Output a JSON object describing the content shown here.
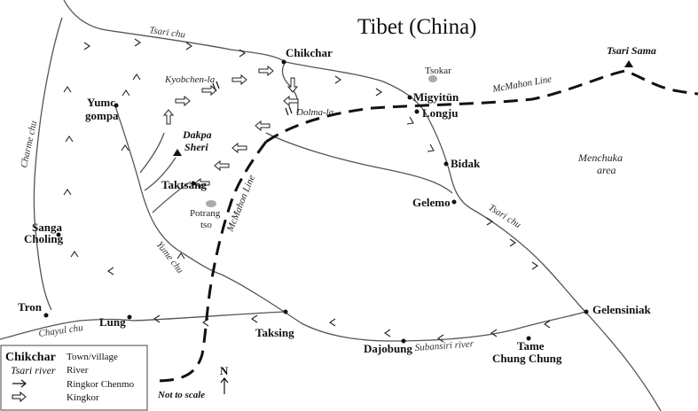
{
  "title": "Tibet (China)",
  "places": {
    "chikchar": "Chikchar",
    "migyitun": "Migyitün",
    "longju": "Longju",
    "bidak": "Bidak",
    "gelemo": "Gelemo",
    "yumc_1": "Yumc",
    "yumc_2": "gompa",
    "taktsang": "Taktsang",
    "sanga_1": "Sanga",
    "sanga_2": "Choling",
    "tron": "Tron",
    "lung": "Lung",
    "taksing": "Taksing",
    "dajobung": "Dajobung",
    "tame_1": "Tame",
    "tame_2": "Chung Chung",
    "gelensiniak": "Gelensiniak"
  },
  "peaks": {
    "dakpa_1": "Dakpa",
    "dakpa_2": "Sheri",
    "tsari_sama": "Tsari Sama"
  },
  "lakes": {
    "tsokar": "Tsokar",
    "potrang_1": "Potrang",
    "potrang_2": "tso"
  },
  "passes": {
    "kyobchen": "Kyobchen-la",
    "dolma": "Dolma-la"
  },
  "rivers": {
    "tsari_chu_north": "Tsari chu",
    "tsari_chu_east": "Tsari chu",
    "charme_chu": "Charme chu",
    "yume_chu": "Yume chu",
    "chayul_chu": "Chayul chu",
    "subansiri": "Subansiri river"
  },
  "border_labels": {
    "mcmahon_east": "McMahon Line",
    "mcmahon_south": "McMahon Line"
  },
  "region": {
    "line1": "Menchuka",
    "line2": "area"
  },
  "north": "N",
  "scale_note": "Not to scale",
  "legend": {
    "town_key": "Chikchar",
    "town_text": "Town/village",
    "river_key": "Tsari river",
    "river_text": "River",
    "arrow_key": "→",
    "chenmo_text": "Ringkor Chenmo",
    "kingkor_key": "⇨",
    "kingkor_text": "Kingkor"
  }
}
